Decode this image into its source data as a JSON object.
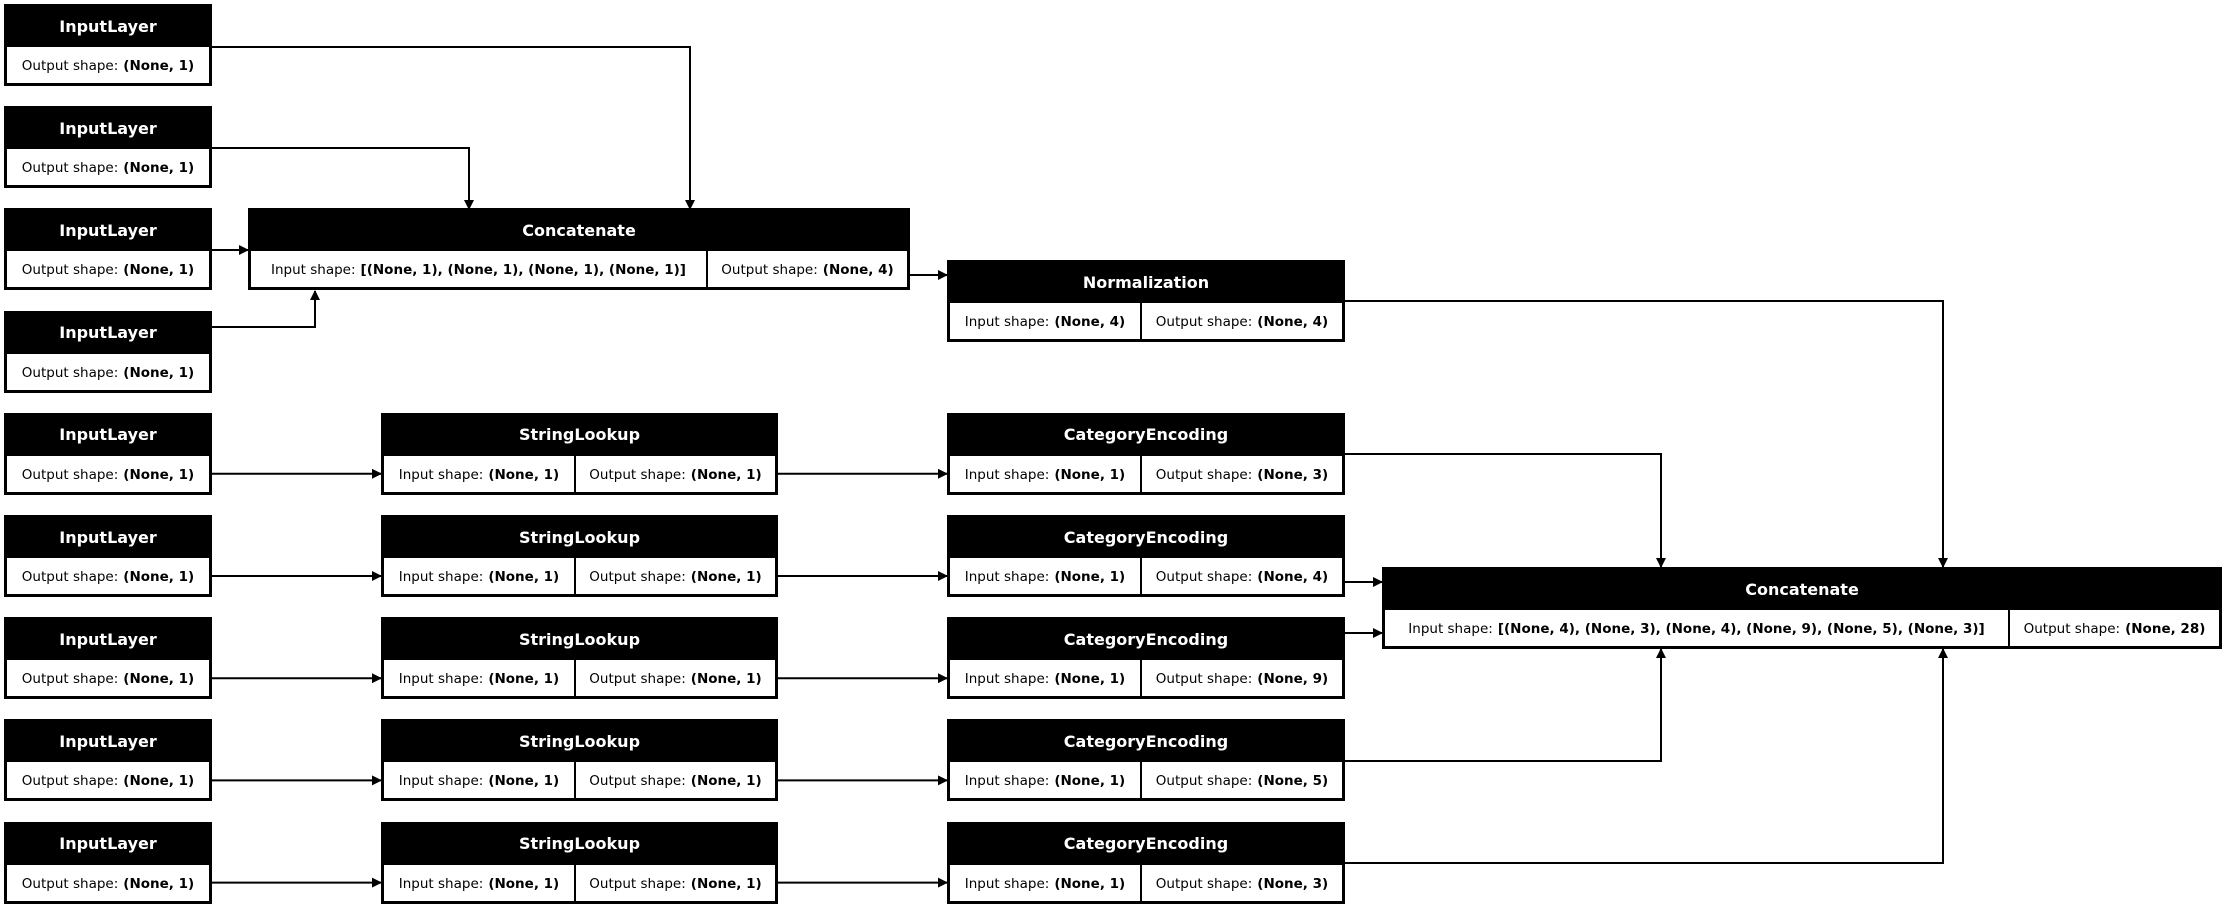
{
  "labels": {
    "input_shape": "Input shape:",
    "output_shape": "Output shape:"
  },
  "nodes": [
    {
      "id": "in0",
      "title": "InputLayer",
      "output_shape": "(None, 1)"
    },
    {
      "id": "in1",
      "title": "InputLayer",
      "output_shape": "(None, 1)"
    },
    {
      "id": "in2",
      "title": "InputLayer",
      "output_shape": "(None, 1)"
    },
    {
      "id": "in3",
      "title": "InputLayer",
      "output_shape": "(None, 1)"
    },
    {
      "id": "in4",
      "title": "InputLayer",
      "output_shape": "(None, 1)"
    },
    {
      "id": "in5",
      "title": "InputLayer",
      "output_shape": "(None, 1)"
    },
    {
      "id": "in6",
      "title": "InputLayer",
      "output_shape": "(None, 1)"
    },
    {
      "id": "in7",
      "title": "InputLayer",
      "output_shape": "(None, 1)"
    },
    {
      "id": "in8",
      "title": "InputLayer",
      "output_shape": "(None, 1)"
    },
    {
      "id": "concat1",
      "title": "Concatenate",
      "input_shape": "[(None, 1), (None, 1), (None, 1), (None, 1)]",
      "output_shape": "(None, 4)"
    },
    {
      "id": "norm",
      "title": "Normalization",
      "input_shape": "(None, 4)",
      "output_shape": "(None, 4)"
    },
    {
      "id": "sl0",
      "title": "StringLookup",
      "input_shape": "(None, 1)",
      "output_shape": "(None, 1)"
    },
    {
      "id": "sl1",
      "title": "StringLookup",
      "input_shape": "(None, 1)",
      "output_shape": "(None, 1)"
    },
    {
      "id": "sl2",
      "title": "StringLookup",
      "input_shape": "(None, 1)",
      "output_shape": "(None, 1)"
    },
    {
      "id": "sl3",
      "title": "StringLookup",
      "input_shape": "(None, 1)",
      "output_shape": "(None, 1)"
    },
    {
      "id": "sl4",
      "title": "StringLookup",
      "input_shape": "(None, 1)",
      "output_shape": "(None, 1)"
    },
    {
      "id": "ce0",
      "title": "CategoryEncoding",
      "input_shape": "(None, 1)",
      "output_shape": "(None, 3)"
    },
    {
      "id": "ce1",
      "title": "CategoryEncoding",
      "input_shape": "(None, 1)",
      "output_shape": "(None, 4)"
    },
    {
      "id": "ce2",
      "title": "CategoryEncoding",
      "input_shape": "(None, 1)",
      "output_shape": "(None, 9)"
    },
    {
      "id": "ce3",
      "title": "CategoryEncoding",
      "input_shape": "(None, 1)",
      "output_shape": "(None, 5)"
    },
    {
      "id": "ce4",
      "title": "CategoryEncoding",
      "input_shape": "(None, 1)",
      "output_shape": "(None, 3)"
    },
    {
      "id": "concat2",
      "title": "Concatenate",
      "input_shape": "[(None, 4), (None, 3), (None, 4), (None, 9), (None, 5), (None, 3)]",
      "output_shape": "(None, 28)"
    }
  ],
  "edges": [
    [
      "in0",
      "concat1"
    ],
    [
      "in1",
      "concat1"
    ],
    [
      "in2",
      "concat1"
    ],
    [
      "in3",
      "concat1"
    ],
    [
      "concat1",
      "norm"
    ],
    [
      "in4",
      "sl0"
    ],
    [
      "in5",
      "sl1"
    ],
    [
      "in6",
      "sl2"
    ],
    [
      "in7",
      "sl3"
    ],
    [
      "in8",
      "sl4"
    ],
    [
      "sl0",
      "ce0"
    ],
    [
      "sl1",
      "ce1"
    ],
    [
      "sl2",
      "ce2"
    ],
    [
      "sl3",
      "ce3"
    ],
    [
      "sl4",
      "ce4"
    ],
    [
      "norm",
      "concat2"
    ],
    [
      "ce0",
      "concat2"
    ],
    [
      "ce1",
      "concat2"
    ],
    [
      "ce2",
      "concat2"
    ],
    [
      "ce3",
      "concat2"
    ],
    [
      "ce4",
      "concat2"
    ]
  ]
}
